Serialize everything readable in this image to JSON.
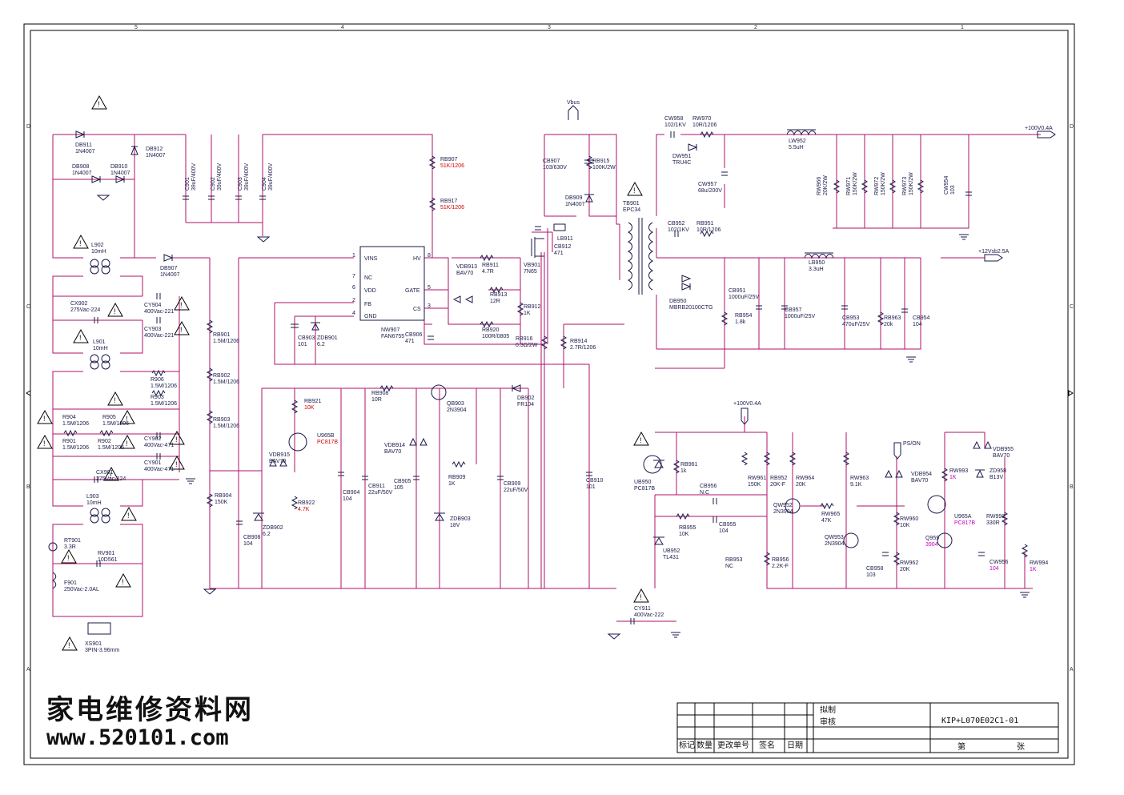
{
  "zones": {
    "top": [
      "5",
      "4",
      "3",
      "2",
      "1"
    ],
    "side": [
      "D",
      "C",
      "B",
      "A"
    ]
  },
  "nets": {
    "vbus": "Vbus",
    "out100": "+100V0.4A",
    "out12": "+12Vsb2.5A",
    "ps_on": "PS/ON",
    "sense100": "+100V0.4A"
  },
  "parts": [
    {
      "ref": "DB911",
      "val": "1N4007",
      "color": "n"
    },
    {
      "ref": "DB912",
      "val": "1N4007",
      "color": "n"
    },
    {
      "ref": "DB908",
      "val": "1N4007",
      "color": "n"
    },
    {
      "ref": "DB910",
      "val": "1N4007",
      "color": "n"
    },
    {
      "ref": "L902",
      "val": "10mH",
      "color": "n"
    },
    {
      "ref": "DB907",
      "val": "1N4007",
      "color": "n"
    },
    {
      "ref": "CX902",
      "val": "275Vac-224",
      "color": "n"
    },
    {
      "ref": "CY904",
      "val": "400Vac-221",
      "color": "n"
    },
    {
      "ref": "CY903",
      "val": "400Vac-221",
      "color": "n"
    },
    {
      "ref": "L901",
      "val": "10mH",
      "color": "n"
    },
    {
      "ref": "R906",
      "val": "1.5M/1206",
      "color": "n"
    },
    {
      "ref": "R903",
      "val": "1.5M/1206",
      "color": "n"
    },
    {
      "ref": "R904",
      "val": "1.5M/1206",
      "color": "n"
    },
    {
      "ref": "R905",
      "val": "1.5M/1206",
      "color": "n"
    },
    {
      "ref": "R901",
      "val": "1.5M/1206",
      "color": "n"
    },
    {
      "ref": "R902",
      "val": "1.5M/1206",
      "color": "n"
    },
    {
      "ref": "CY902",
      "val": "400Vac-471",
      "color": "n"
    },
    {
      "ref": "CX901",
      "val": "275Vac-224",
      "color": "n"
    },
    {
      "ref": "CY901",
      "val": "400Vac-471",
      "color": "n"
    },
    {
      "ref": "L903",
      "val": "10mH",
      "color": "n"
    },
    {
      "ref": "RT901",
      "val": "3.3R",
      "color": "n"
    },
    {
      "ref": "RV901",
      "val": "10D561",
      "color": "n"
    },
    {
      "ref": "F901",
      "val": "250Vac-2.0AL",
      "color": "n"
    },
    {
      "ref": "XS901",
      "val": "3PIN-3.96mm",
      "color": "n"
    },
    {
      "ref": "C901",
      "val": "39uF/400V",
      "color": "n"
    },
    {
      "ref": "C902",
      "val": "39uF/400V",
      "color": "n"
    },
    {
      "ref": "C903",
      "val": "39uF/400V",
      "color": "n"
    },
    {
      "ref": "C904",
      "val": "39uF/400V",
      "color": "n"
    },
    {
      "ref": "RB901",
      "val": "1.5M/1206",
      "color": "n"
    },
    {
      "ref": "RB902",
      "val": "1.5M/1206",
      "color": "n"
    },
    {
      "ref": "RB903",
      "val": "1.5M/1206",
      "color": "n"
    },
    {
      "ref": "RB904",
      "val": "150K",
      "color": "n"
    },
    {
      "ref": "CB908",
      "val": "104",
      "color": "n"
    },
    {
      "ref": "ZDB902",
      "val": "6.2",
      "color": "n"
    },
    {
      "ref": "VDB915",
      "val": "BAV70",
      "color": "n"
    },
    {
      "ref": "RB921",
      "val": "10K",
      "color": "r"
    },
    {
      "ref": "U965B",
      "val": "PC817B",
      "color": "r"
    },
    {
      "ref": "RB922",
      "val": "4.7K",
      "color": "r"
    },
    {
      "ref": "CB903",
      "val": "101",
      "color": "n"
    },
    {
      "ref": "ZDB901",
      "val": "6.2",
      "color": "n"
    },
    {
      "ref": "NW907",
      "val": "FAN6755",
      "color": "n"
    },
    {
      "ref": "RB907",
      "val": "51K/1206",
      "color": "r"
    },
    {
      "ref": "RB917",
      "val": "51K/1206",
      "color": "r"
    },
    {
      "ref": "CB906",
      "val": "471",
      "color": "n"
    },
    {
      "ref": "VDB913",
      "val": "BAV70",
      "color": "n"
    },
    {
      "ref": "RB911",
      "val": "4.7R",
      "color": "n"
    },
    {
      "ref": "RB913",
      "val": "12R",
      "color": "n"
    },
    {
      "ref": "VB901",
      "val": "7N65",
      "color": "n"
    },
    {
      "ref": "RB912",
      "val": "1K",
      "color": "n"
    },
    {
      "ref": "RB920",
      "val": "100R/0805",
      "color": "n"
    },
    {
      "ref": "RB916",
      "val": "0.3Ω/2W",
      "color": "n"
    },
    {
      "ref": "CB904",
      "val": "104",
      "color": "n"
    },
    {
      "ref": "RB908",
      "val": "10R",
      "color": "n"
    },
    {
      "ref": "CB911",
      "val": "22uF/50V",
      "color": "n"
    },
    {
      "ref": "VDB914",
      "val": "BAV70",
      "color": "n"
    },
    {
      "ref": "CB905",
      "val": "105",
      "color": "n"
    },
    {
      "ref": "QB903",
      "val": "2N3904",
      "color": "n"
    },
    {
      "ref": "RB909",
      "val": "1K",
      "color": "n"
    },
    {
      "ref": "ZDB903",
      "val": "18V",
      "color": "n"
    },
    {
      "ref": "DB902",
      "val": "FR104",
      "color": "n"
    },
    {
      "ref": "CB909",
      "val": "22uF/50V",
      "color": "n"
    },
    {
      "ref": "CB910",
      "val": "101",
      "color": "n"
    },
    {
      "ref": "CB907",
      "val": "103/630V",
      "color": "n"
    },
    {
      "ref": "RB915",
      "val": "100K/2W",
      "color": "n"
    },
    {
      "ref": "DB909",
      "val": "1N4007",
      "color": "n"
    },
    {
      "ref": "LB911",
      "val": "",
      "color": "n"
    },
    {
      "ref": "CB912",
      "val": "471",
      "color": "n"
    },
    {
      "ref": "RB914",
      "val": "2.7R/1206",
      "color": "n"
    },
    {
      "ref": "TB901",
      "val": "EPC34",
      "color": "n"
    },
    {
      "ref": "CW958",
      "val": "102/1KV",
      "color": "n"
    },
    {
      "ref": "RW970",
      "val": "10R/1206",
      "color": "n"
    },
    {
      "ref": "DW951",
      "val": "TRU4C",
      "color": "n"
    },
    {
      "ref": "CW957",
      "val": "68u/200V",
      "color": "n"
    },
    {
      "ref": "LW952",
      "val": "5.5uH",
      "color": "n"
    },
    {
      "ref": "RW966",
      "val": "20K/2W",
      "color": "n"
    },
    {
      "ref": "RW971",
      "val": "150K/2W",
      "color": "n"
    },
    {
      "ref": "RW972",
      "val": "150K/2W",
      "color": "n"
    },
    {
      "ref": "RW973",
      "val": "150K/2W",
      "color": "n"
    },
    {
      "ref": "CW954",
      "val": "103",
      "color": "n"
    },
    {
      "ref": "CB952",
      "val": "102/1KV",
      "color": "n"
    },
    {
      "ref": "RB951",
      "val": "10R/1206",
      "color": "n"
    },
    {
      "ref": "DB950",
      "val": "MBRB20100CTG",
      "color": "n"
    },
    {
      "ref": "LB950",
      "val": "3.3uH",
      "color": "n"
    },
    {
      "ref": "CB951",
      "val": "1000uF/25V",
      "color": "n"
    },
    {
      "ref": "CB957",
      "val": "1000uF/25V",
      "color": "n"
    },
    {
      "ref": "RB954",
      "val": "1.8k",
      "color": "n"
    },
    {
      "ref": "CB953",
      "val": "470uF/25V",
      "color": "n"
    },
    {
      "ref": "RB963",
      "val": "20k",
      "color": "n"
    },
    {
      "ref": "CB954",
      "val": "104",
      "color": "n"
    },
    {
      "ref": "UB950",
      "val": "PC817B",
      "color": "n"
    },
    {
      "ref": "RB961",
      "val": "1k",
      "color": "n"
    },
    {
      "ref": "CB956",
      "val": "N.C",
      "color": "n"
    },
    {
      "ref": "RB955",
      "val": "10K",
      "color": "n"
    },
    {
      "ref": "CB955",
      "val": "104",
      "color": "n"
    },
    {
      "ref": "UB952",
      "val": "TL431",
      "color": "n"
    },
    {
      "ref": "RB953",
      "val": "NC",
      "color": "n"
    },
    {
      "ref": "RB956",
      "val": "2.2K-F",
      "color": "n"
    },
    {
      "ref": "RW961",
      "val": "150K",
      "color": "n"
    },
    {
      "ref": "RB952",
      "val": "20K-F",
      "color": "n"
    },
    {
      "ref": "RW964",
      "val": "20K",
      "color": "n"
    },
    {
      "ref": "QW952",
      "val": "2N3904",
      "color": "n"
    },
    {
      "ref": "RW965",
      "val": "47K",
      "color": "n"
    },
    {
      "ref": "RW963",
      "val": "9.1K",
      "color": "n"
    },
    {
      "ref": "QW953",
      "val": "2N3904",
      "color": "n"
    },
    {
      "ref": "CB958",
      "val": "103",
      "color": "n"
    },
    {
      "ref": "VDB954",
      "val": "BAV70",
      "color": "n"
    },
    {
      "ref": "RW960",
      "val": "10K",
      "color": "n"
    },
    {
      "ref": "RW962",
      "val": "20K",
      "color": "n"
    },
    {
      "ref": "RW993",
      "val": "1K",
      "color": "m"
    },
    {
      "ref": "U965A",
      "val": "PC817B",
      "color": "m"
    },
    {
      "ref": "Q959",
      "val": "3904",
      "color": "m"
    },
    {
      "ref": "CW956",
      "val": "104",
      "color": "m"
    },
    {
      "ref": "VDB955",
      "val": "BAV70",
      "color": "n"
    },
    {
      "ref": "ZD958",
      "val": "B13V",
      "color": "n"
    },
    {
      "ref": "RW992",
      "val": "330R",
      "color": "n"
    },
    {
      "ref": "RW994",
      "val": "1K",
      "color": "m"
    },
    {
      "ref": "CY911",
      "val": "400Vac-222",
      "color": "n"
    }
  ],
  "ic": {
    "pins_left": [
      "VINS",
      "NC",
      "VDD",
      "FB",
      "GND"
    ],
    "pins_right": [
      "HV",
      "GATE",
      "CS"
    ],
    "pin_nums": [
      "1",
      "7",
      "6",
      "2",
      "4",
      "8",
      "5",
      "3"
    ]
  },
  "watermark": {
    "line1": "家电维修资料网",
    "line2": "www.520101.com"
  },
  "title_block": {
    "draft": "拟制",
    "check": "审核",
    "drawing_no": "KIP+L070E02C1-01",
    "sheet": "第",
    "of": "张",
    "headers": [
      "标记",
      "数量",
      "更改单号",
      "签名",
      "日期"
    ]
  }
}
